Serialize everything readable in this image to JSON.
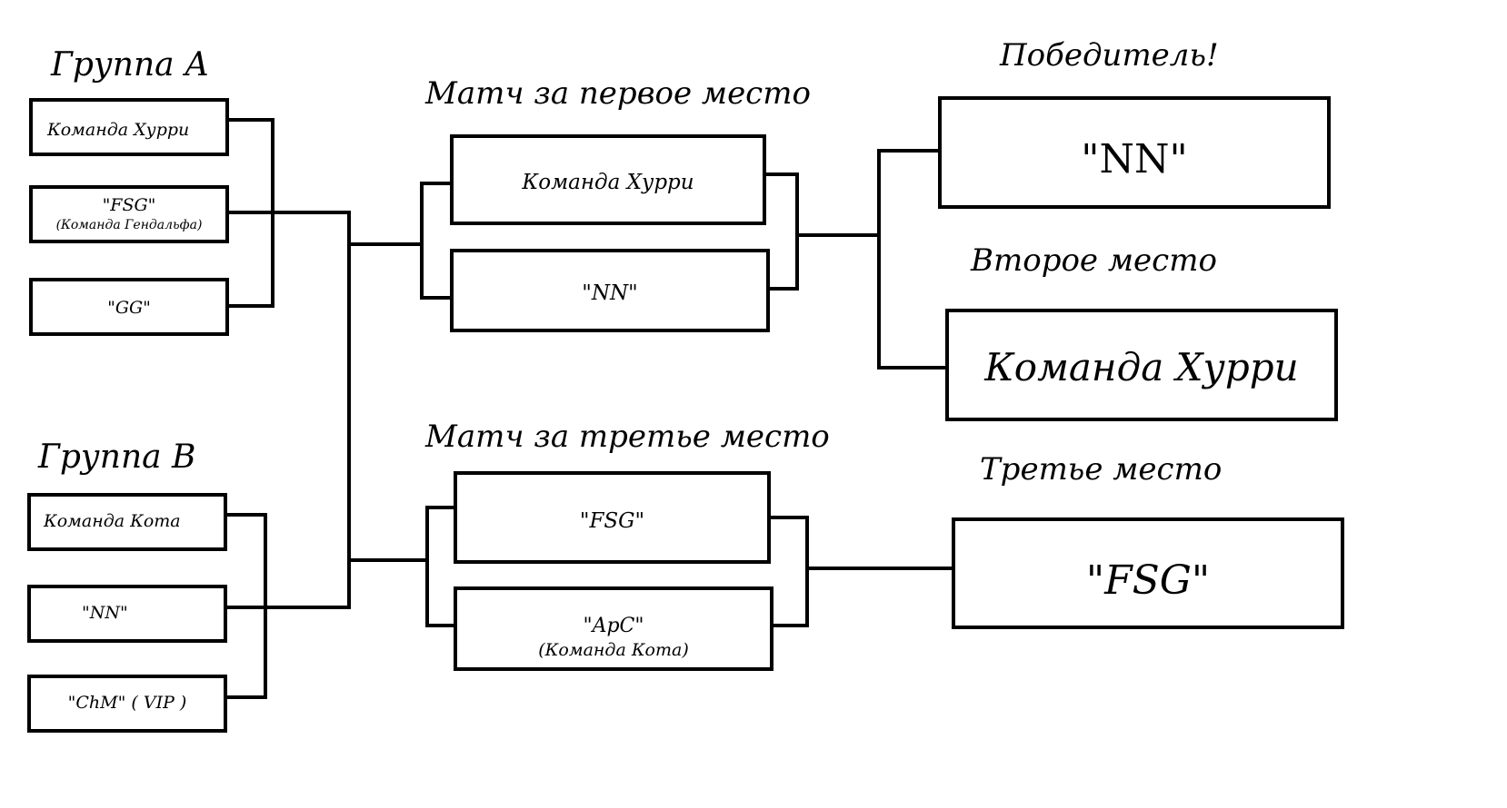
{
  "headings": {
    "group_a": "Группа А",
    "group_b": "Группа В",
    "final_match": "Матч за первое место",
    "third_match": "Матч за третье место",
    "winner": "Победитель!",
    "second_place": "Второе место",
    "third_place": "Третье место"
  },
  "group_a": {
    "teams": [
      {
        "name": "Команда Хурри",
        "sub": ""
      },
      {
        "name": "\"FSG\"",
        "sub": "(Команда Гендальфа)"
      },
      {
        "name": "\"GG\"",
        "sub": ""
      }
    ]
  },
  "group_b": {
    "teams": [
      {
        "name": "Команда Кота",
        "sub": ""
      },
      {
        "name": "\"NN\"",
        "sub": ""
      },
      {
        "name": "\"ChM\" ( VIP )",
        "sub": ""
      }
    ]
  },
  "final_match": {
    "teams": [
      {
        "name": "Команда Хурри"
      },
      {
        "name": "\"NN\""
      }
    ]
  },
  "third_match": {
    "teams": [
      {
        "name": "\"FSG\"",
        "sub": ""
      },
      {
        "name": "\"ApC\"",
        "sub": "(Команда Кота)"
      }
    ]
  },
  "results": {
    "winner": "\"NN\"",
    "second": "Команда Хурри",
    "third": "\"FSG\""
  }
}
